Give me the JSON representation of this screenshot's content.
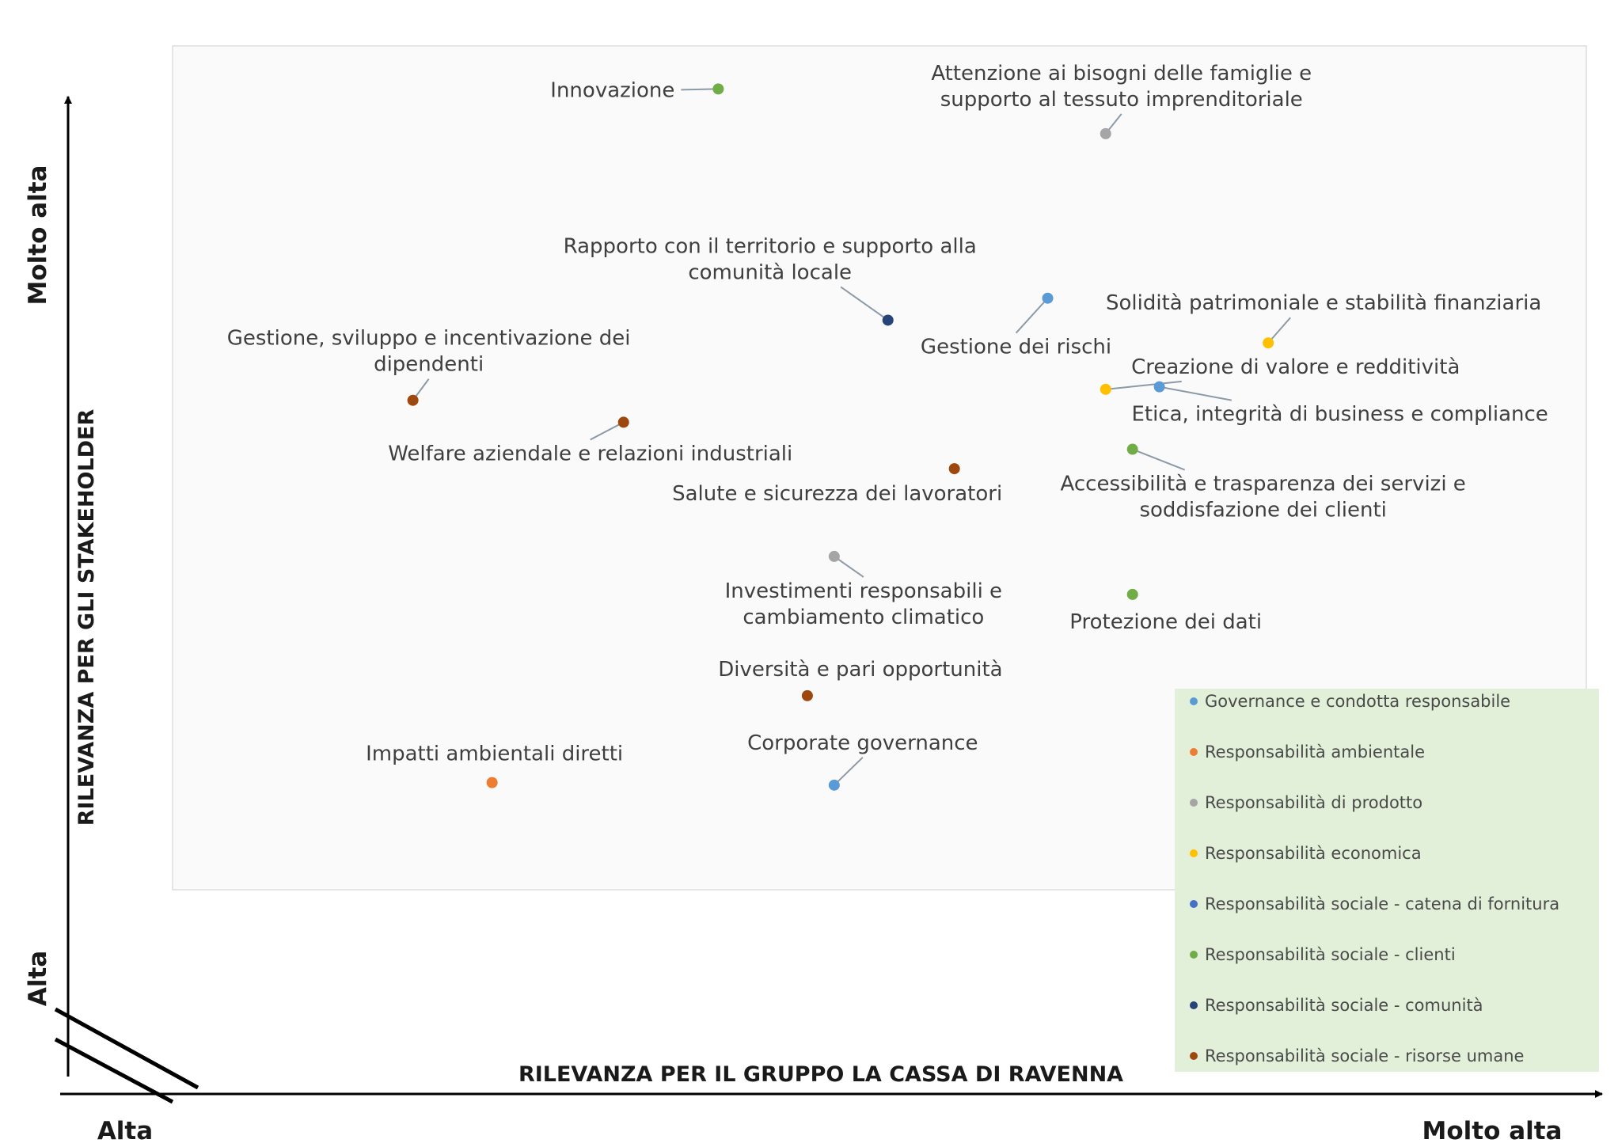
{
  "chart_data": {
    "type": "scatter",
    "xlabel": "RILEVANZA PER IL GRUPPO LA CASSA DI RAVENNA",
    "ylabel": "RILEVANZA PER GLI STAKEHOLDER",
    "x_ticks": [
      "Alta",
      "Molto alta"
    ],
    "y_ticks": [
      "Alta",
      "Molto alta"
    ],
    "xlim": [
      0,
      100
    ],
    "ylim": [
      0,
      100
    ],
    "legend_position": "bottom-right",
    "categories": [
      {
        "name": "Governance e condotta responsabile",
        "color": "#5b9bd5"
      },
      {
        "name": "Responsabilità ambientale",
        "color": "#ed7d31"
      },
      {
        "name": "Responsabilità di prodotto",
        "color": "#a5a5a5"
      },
      {
        "name": "Responsabilità economica",
        "color": "#ffc000"
      },
      {
        "name": "Responsabilità sociale - catena di fornitura",
        "color": "#4472c4"
      },
      {
        "name": "Responsabilità sociale - clienti",
        "color": "#70ad47"
      },
      {
        "name": "Responsabilità sociale - comunità",
        "color": "#264478"
      },
      {
        "name": "Responsabilità sociale - risorse umane",
        "color": "#9e480e"
      }
    ],
    "points": [
      {
        "label": [
          "Innovazione"
        ],
        "x": 38.6,
        "y": 94.9,
        "category": 5
      },
      {
        "label": [
          "Attenzione ai bisogni delle famiglie e",
          "supporto al tessuto imprenditoriale"
        ],
        "x": 66.0,
        "y": 89.6,
        "category": 2
      },
      {
        "label": [
          "Rapporto con il territorio e supporto alla",
          "comunità locale"
        ],
        "x": 50.6,
        "y": 67.5,
        "category": 6
      },
      {
        "label": [
          "Gestione dei rischi"
        ],
        "x": 61.9,
        "y": 70.1,
        "category": 0
      },
      {
        "label": [
          "Solidità patrimoniale e stabilità finanziaria"
        ],
        "x": 77.5,
        "y": 64.8,
        "category": 3
      },
      {
        "label": [
          "Creazione di valore e redditività"
        ],
        "x": 66.0,
        "y": 59.3,
        "category": 3
      },
      {
        "label": [
          "Etica, integrità di business e compliance"
        ],
        "x": 69.8,
        "y": 59.6,
        "category": 0
      },
      {
        "label": [
          "Gestione, sviluppo e incentivazione dei",
          "dipendenti"
        ],
        "x": 17.0,
        "y": 58.0,
        "category": 7
      },
      {
        "label": [
          "Welfare aziendale e relazioni industriali"
        ],
        "x": 31.9,
        "y": 55.4,
        "category": 7
      },
      {
        "label": [
          "Salute e sicurezza dei lavoratori"
        ],
        "x": 55.3,
        "y": 49.9,
        "category": 7
      },
      {
        "label": [
          "Accessibilità e trasparenza dei servizi e",
          "soddisfazione dei clienti"
        ],
        "x": 67.9,
        "y": 52.2,
        "category": 5
      },
      {
        "label": [
          "Investimenti responsabili e",
          "cambiamento climatico"
        ],
        "x": 46.8,
        "y": 39.5,
        "category": 2
      },
      {
        "label": [
          "Protezione dei dati"
        ],
        "x": 67.9,
        "y": 35.0,
        "category": 5
      },
      {
        "label": [
          "Diversità e pari opportunità"
        ],
        "x": 44.9,
        "y": 23.0,
        "category": 7
      },
      {
        "label": [
          "Impatti ambientali diretti"
        ],
        "x": 22.6,
        "y": 12.7,
        "category": 1
      },
      {
        "label": [
          "Corporate governance"
        ],
        "x": 46.8,
        "y": 12.4,
        "category": 0
      }
    ]
  }
}
